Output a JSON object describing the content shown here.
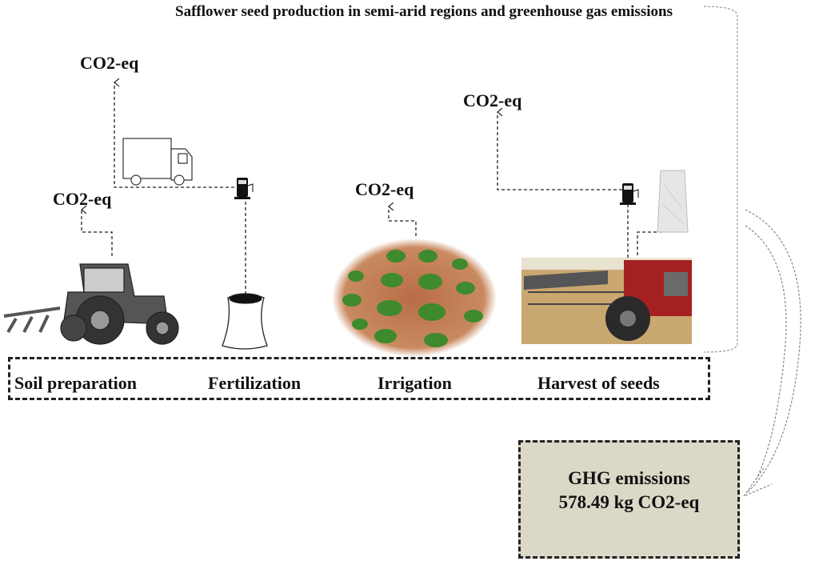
{
  "title": "Safflower seed production in semi-arid regions and greenhouse gas emissions",
  "emission_labels": [
    "CO2-eq",
    "CO2-eq",
    "CO2-eq",
    "CO2-eq"
  ],
  "stages": [
    "Soil preparation",
    "Fertilization",
    "Irrigation",
    "Harvest of seeds"
  ],
  "result": {
    "heading": "GHG emissions",
    "value": "578.49 kg CO2-eq"
  },
  "colors": {
    "result_box": "#dcd8c7",
    "soil": "#b5714a",
    "plant": "#3f8a2e"
  }
}
